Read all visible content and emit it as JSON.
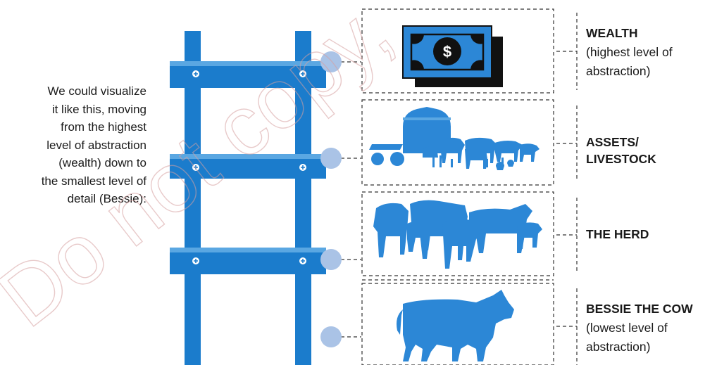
{
  "intro": {
    "lines": [
      "We could visualize",
      "it like this, moving",
      "from the highest",
      "level of abstraction",
      "(wealth) down to",
      "the smallest level of",
      "detail (Bessie):"
    ]
  },
  "levels": [
    {
      "title": "WEALTH",
      "subtitle_lines": [
        "(highest level of",
        "abstraction)"
      ],
      "image": "money-bill-icon",
      "symbol": "$"
    },
    {
      "title_lines": [
        "ASSETS/",
        "LIVESTOCK"
      ],
      "image": "farm-assets-icon"
    },
    {
      "title": "THE HERD",
      "image": "cattle-herd-icon"
    },
    {
      "title": "BESSIE THE COW",
      "subtitle_lines": [
        "(lowest level of",
        "abstraction)"
      ],
      "image": "cow-icon"
    }
  ],
  "watermark": {
    "text": "Do not copy,"
  },
  "colors": {
    "ladder": "#1b7ccc",
    "ladder_highlight": "#5aa7e2",
    "node": "#aac3e6",
    "icon": "#2c87d6",
    "dash": "#333333"
  }
}
